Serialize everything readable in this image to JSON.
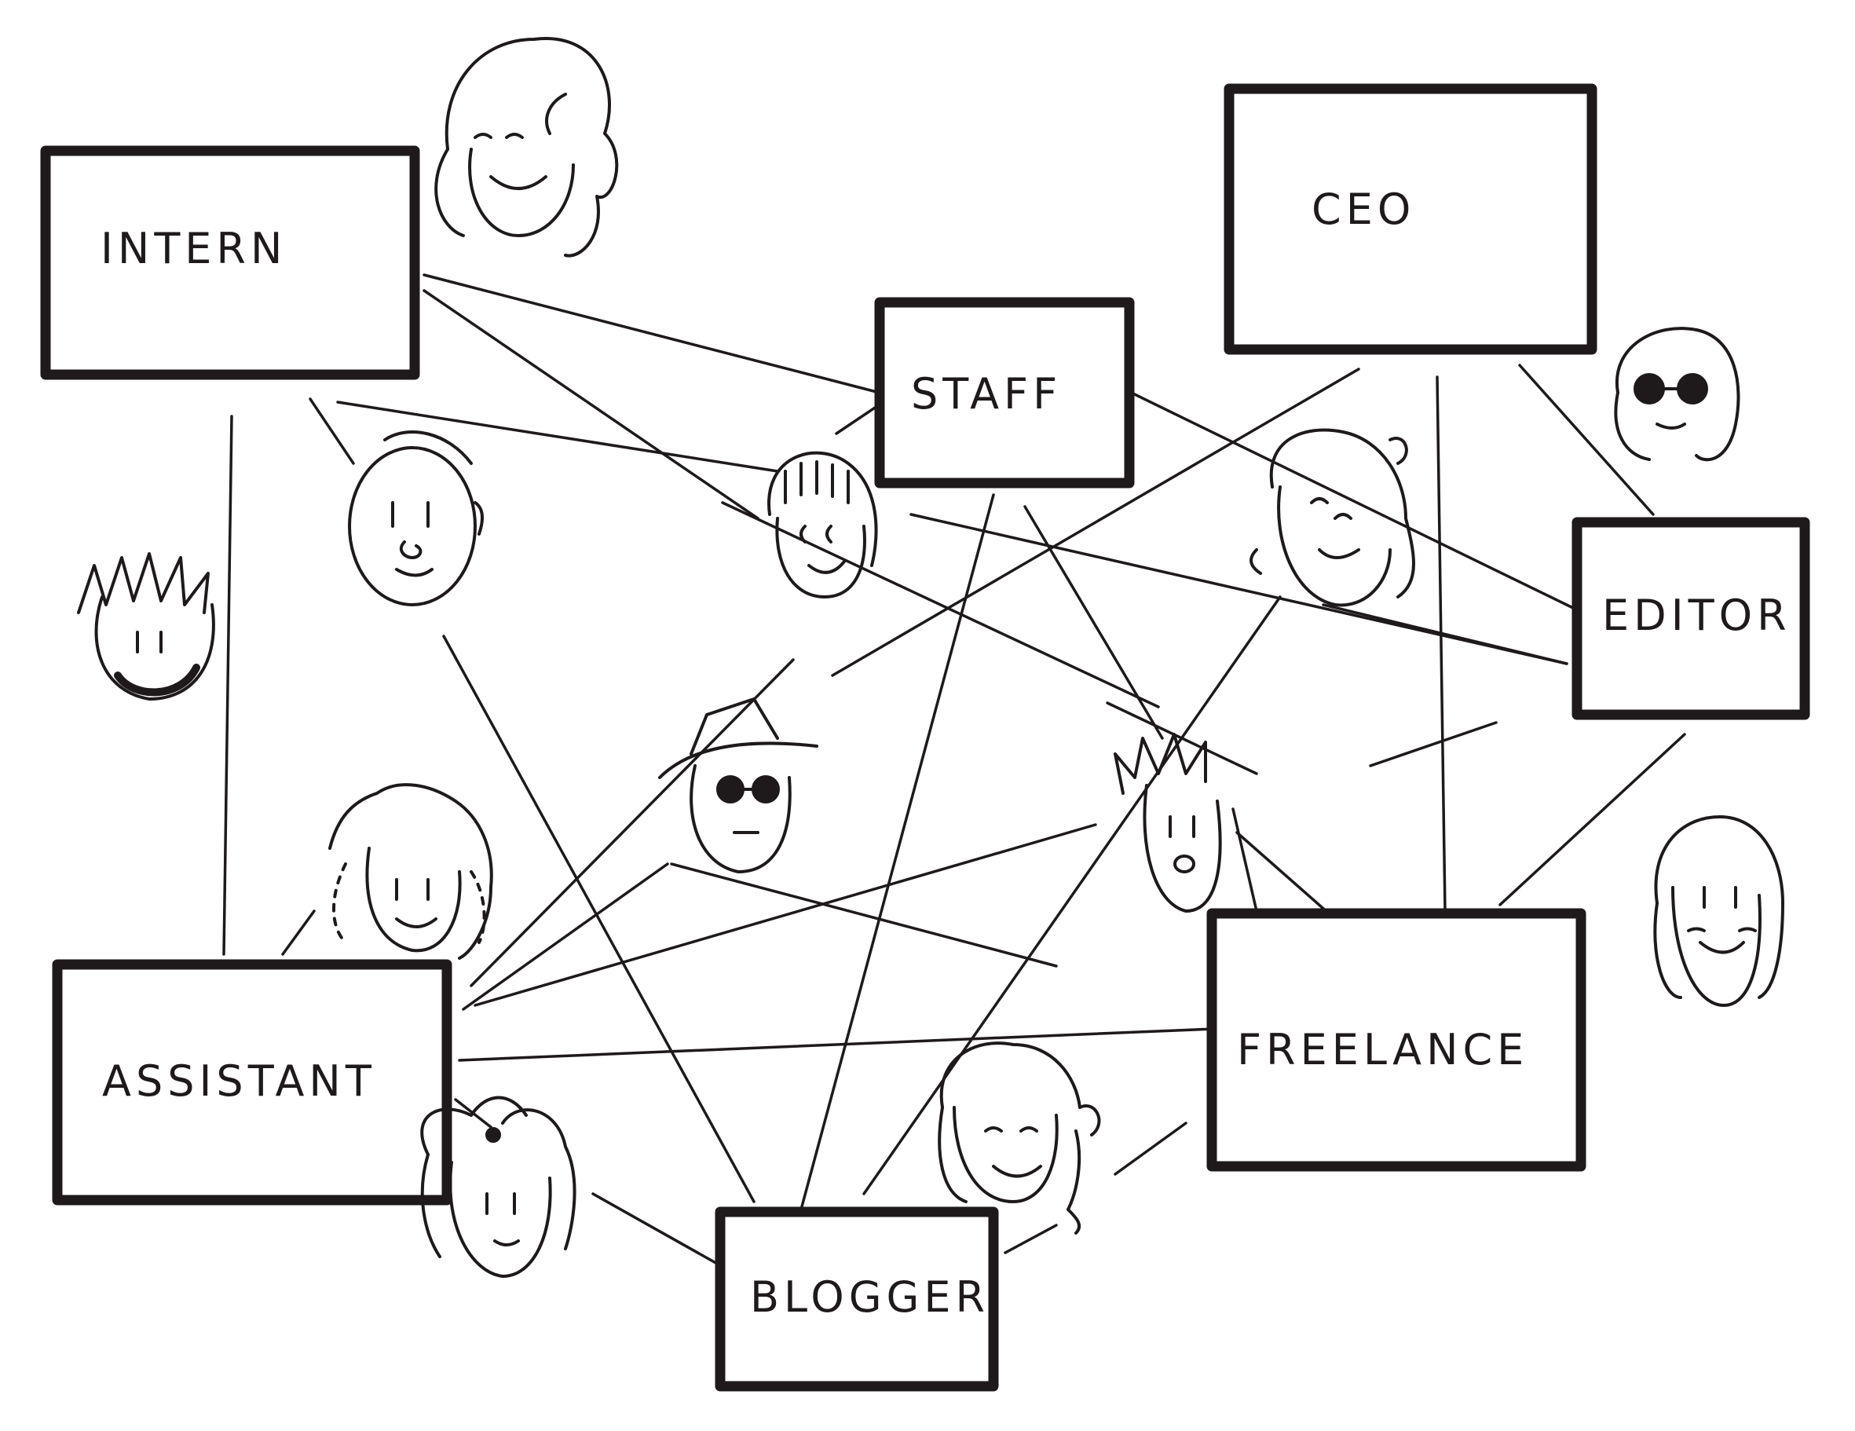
{
  "nodes": [
    {
      "id": "intern",
      "label": "INTERN"
    },
    {
      "id": "staff",
      "label": "STAFF"
    },
    {
      "id": "ceo",
      "label": "CEO"
    },
    {
      "id": "editor",
      "label": "EDITOR"
    },
    {
      "id": "assistant",
      "label": "ASSISTANT"
    },
    {
      "id": "blogger",
      "label": "BLOGGER"
    },
    {
      "id": "freelance",
      "label": "FREELANCE"
    }
  ],
  "colors": {
    "ink": "#1e1a1b",
    "paper": "#ffffff"
  },
  "faces": [
    "long-hair-woman-face-icon",
    "bald-man-face-icon",
    "bob-hair-face-icon",
    "sunglasses-face-icon",
    "wavy-hair-woman-face-icon",
    "spiky-hair-bearded-face-icon",
    "hat-sunglasses-face-icon",
    "spiky-hair-face-icon",
    "curly-hair-face-icon",
    "straight-hair-face-icon",
    "pigtails-girl-face-icon",
    "blonde-woman-face-icon"
  ]
}
